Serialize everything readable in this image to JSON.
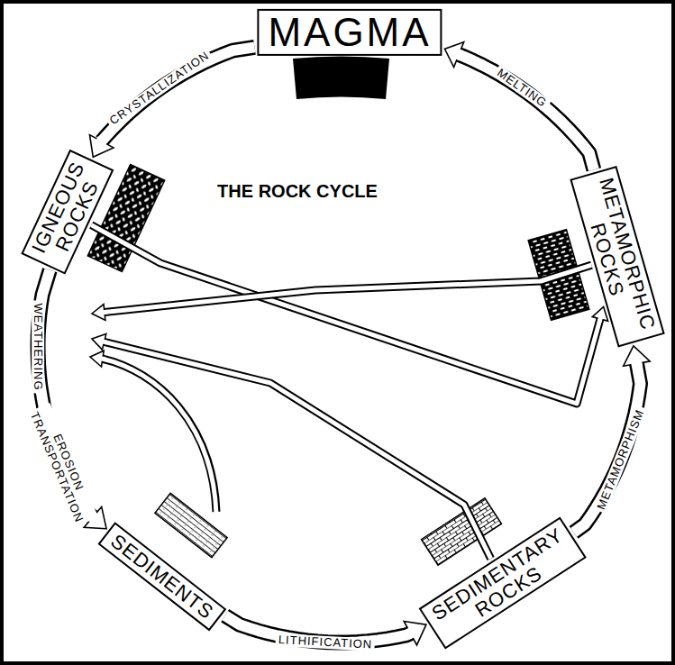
{
  "diagram": {
    "title": "THE ROCK CYCLE",
    "nodes": [
      {
        "text": [
          "MAGMA"
        ]
      },
      {
        "text": [
          "IGNEOUS ROCKS"
        ]
      },
      {
        "text": [
          "METAMORPHIC ROCKS"
        ]
      },
      {
        "text": [
          "SEDIMENTS"
        ]
      },
      {
        "text": [
          "SEDIMENTARY ROCKS"
        ]
      }
    ],
    "edges": [
      {
        "from": 0,
        "to": 1,
        "label": "CRYSTALLIZATION",
        "arrow": "to"
      },
      {
        "from": 1,
        "to": 3,
        "label": "WEATHERING",
        "arrow": "to"
      },
      {
        "from": 3,
        "to": 4,
        "label": "LITHIFICATION",
        "arrow": "to"
      },
      {
        "from": 4,
        "to": 2,
        "label": "METAMORPHISM",
        "arrow": "to"
      },
      {
        "from": 2,
        "to": 0,
        "label": "MELTING",
        "arrow": "to"
      },
      {
        "from": 1,
        "to": 2,
        "arrow": "to"
      },
      {
        "from": 2,
        "to": 3,
        "arrow": "to"
      },
      {
        "from": 4,
        "to": 3,
        "arrow": "to"
      }
    ],
    "labels": [
      "EROSION TRANSPORTATION"
    ]
  }
}
